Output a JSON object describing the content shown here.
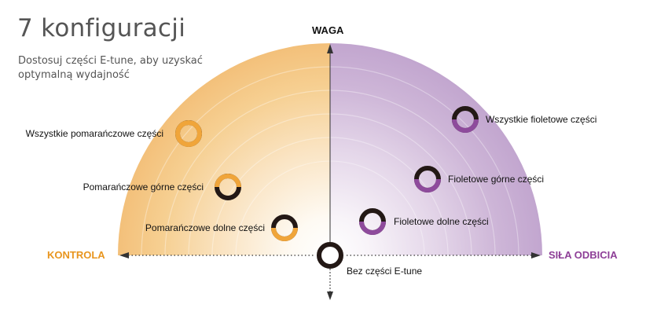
{
  "title": "7 konfiguracji",
  "subtitle": "Dostosuj części E-tune, aby uzyskać optymalną wydajność",
  "axes": {
    "top": "WAGA",
    "left": "KONTROLA",
    "right": "SIŁA ODBICIA"
  },
  "configurations": [
    {
      "label": "Wszystkie pomarańczowe części",
      "color": "orange"
    },
    {
      "label": "Pomarańczowe górne części",
      "color": "orange"
    },
    {
      "label": "Pomarańczowe dolne części",
      "color": "orange"
    },
    {
      "label": "Bez części E-tune",
      "color": "none"
    },
    {
      "label": "Fioletowe dolne części",
      "color": "purple"
    },
    {
      "label": "Fioletowe górne części",
      "color": "purple"
    },
    {
      "label": "Wszystkie fioletowe części",
      "color": "purple"
    }
  ],
  "colors": {
    "orange": "#f0a53a",
    "orange_text": "#e8951e",
    "purple": "#8e4b9c",
    "purple_text": "#8e3f97",
    "ring_dark": "#231815"
  }
}
